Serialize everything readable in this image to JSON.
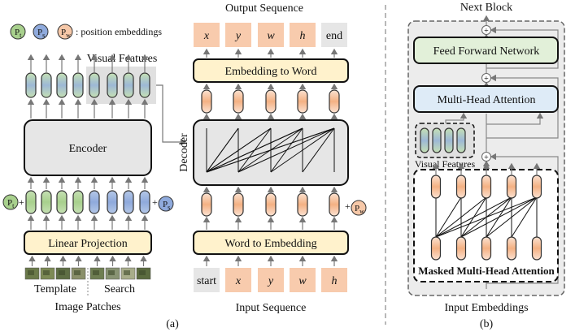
{
  "legend": {
    "p_template": "P",
    "p_template_sub": "t",
    "p_search": "P",
    "p_search_sub": "s",
    "p_word": "P",
    "p_word_sub": "w",
    "legend_text": ": position embeddings"
  },
  "encoder_side": {
    "visual_features_label": "Visual Features",
    "encoder_label": "Encoder",
    "linear_projection_label": "Linear Projection",
    "template_label": "Template",
    "search_label": "Search",
    "image_patches_label": "Image Patches",
    "plus": "+"
  },
  "decoder_side": {
    "output_sequence_label": "Output Sequence",
    "output_tokens": [
      "x",
      "y",
      "w",
      "h",
      "end"
    ],
    "embedding_to_word_label": "Embedding to Word",
    "decoder_label": "Decoder",
    "word_to_embedding_label": "Word to Embedding",
    "input_tokens": [
      "start",
      "x",
      "y",
      "w",
      "h"
    ],
    "input_sequence_label": "Input Sequence",
    "plus": "+"
  },
  "block_side": {
    "next_block_label": "Next Block",
    "ffn_label": "Feed Forward Network",
    "mha_label": "Multi-Head Attention",
    "visual_features_label": "Visual Features",
    "masked_mha_label": "Masked Multi-Head Attention",
    "input_embeddings_label": "Input Embeddings",
    "add_symbol": "+"
  },
  "captions": {
    "a": "(a)",
    "b": "(b)"
  },
  "colors": {
    "green": "#a8d08d",
    "blue": "#8faadc",
    "salmon": "#f6c8a8",
    "cream": "#fff2cc",
    "gray_box": "#e6e6e6",
    "light_green": "#e2f0d9",
    "light_blue": "#deebf7",
    "arrow": "#777777"
  }
}
